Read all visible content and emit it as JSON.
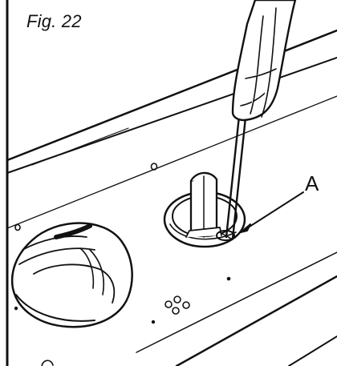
{
  "figure": {
    "label": "Fig. 22",
    "callout": "A"
  },
  "colors": {
    "ink": "#111111",
    "paper": "#ffffff"
  },
  "parts": {
    "screwdriver": "screwdriver",
    "control_knob": "control-knob",
    "valve_spindle": "valve-spindle",
    "adjustment_screw": "bypass-screw"
  }
}
